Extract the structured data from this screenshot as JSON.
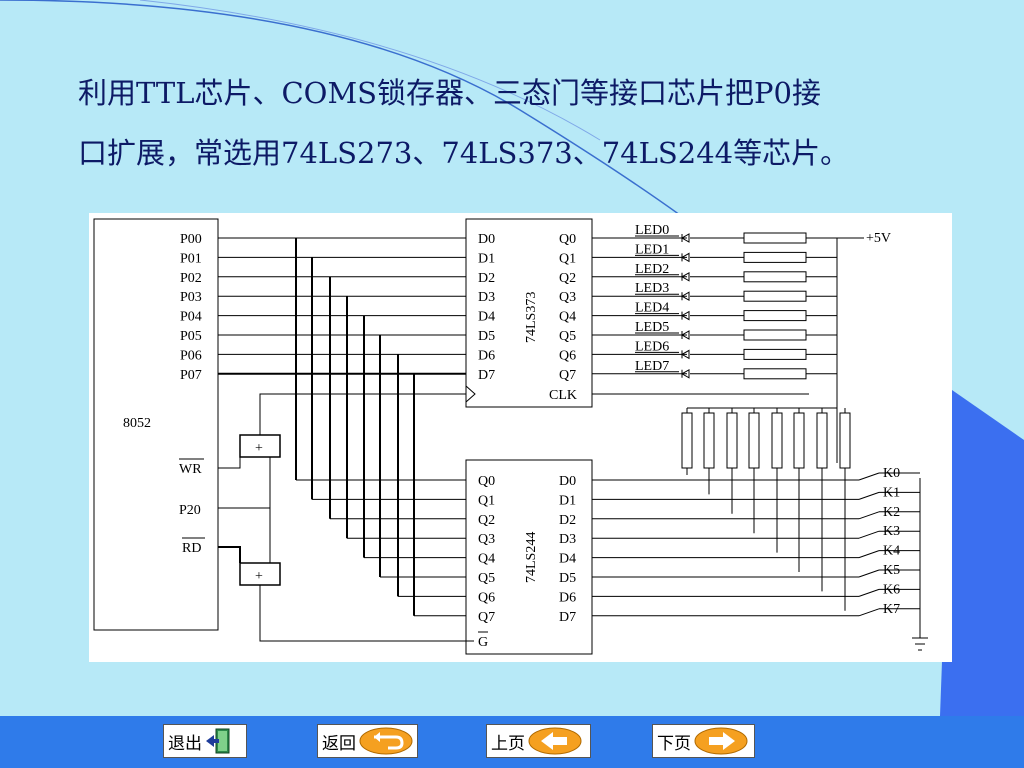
{
  "heading": {
    "line1": "利用TTL芯片、COMS锁存器、三态门等接口芯片把P0接",
    "line2": "口扩展，常选用74LS273、74LS373、74LS244等芯片。"
  },
  "circuit": {
    "mcu_label": "8052",
    "mcu_pins": [
      "P00",
      "P01",
      "P02",
      "P03",
      "P04",
      "P05",
      "P06",
      "P07"
    ],
    "wr_label": "WR",
    "p20_label": "P20",
    "rd_label": "RD",
    "gate_symbol": "+",
    "latch": {
      "name": "74LS373",
      "inputs": [
        "D0",
        "D1",
        "D2",
        "D3",
        "D4",
        "D5",
        "D6",
        "D7"
      ],
      "outputs": [
        "Q0",
        "Q1",
        "Q2",
        "Q3",
        "Q4",
        "Q5",
        "Q6",
        "Q7"
      ],
      "clk_label": "CLK"
    },
    "buffer": {
      "name": "74LS244",
      "outputs": [
        "Q0",
        "Q1",
        "Q2",
        "Q3",
        "Q4",
        "Q5",
        "Q6",
        "Q7"
      ],
      "inputs": [
        "D0",
        "D1",
        "D2",
        "D3",
        "D4",
        "D5",
        "D6",
        "D7"
      ],
      "gate_label": "G"
    },
    "leds": [
      "LED0",
      "LED1",
      "LED2",
      "LED3",
      "LED4",
      "LED5",
      "LED6",
      "LED7"
    ],
    "vcc_label": "+5V",
    "keys": [
      "K0",
      "K1",
      "K2",
      "K3",
      "K4",
      "K5",
      "K6",
      "K7"
    ]
  },
  "nav": {
    "exit_label": "退出",
    "back_label": "返回",
    "prev_label": "上页",
    "next_label": "下页"
  },
  "colors": {
    "background": "#b7e9f7",
    "accent": "#2f7bea",
    "heading_text": "#0d1a66",
    "button_icon": "#f5a020"
  }
}
